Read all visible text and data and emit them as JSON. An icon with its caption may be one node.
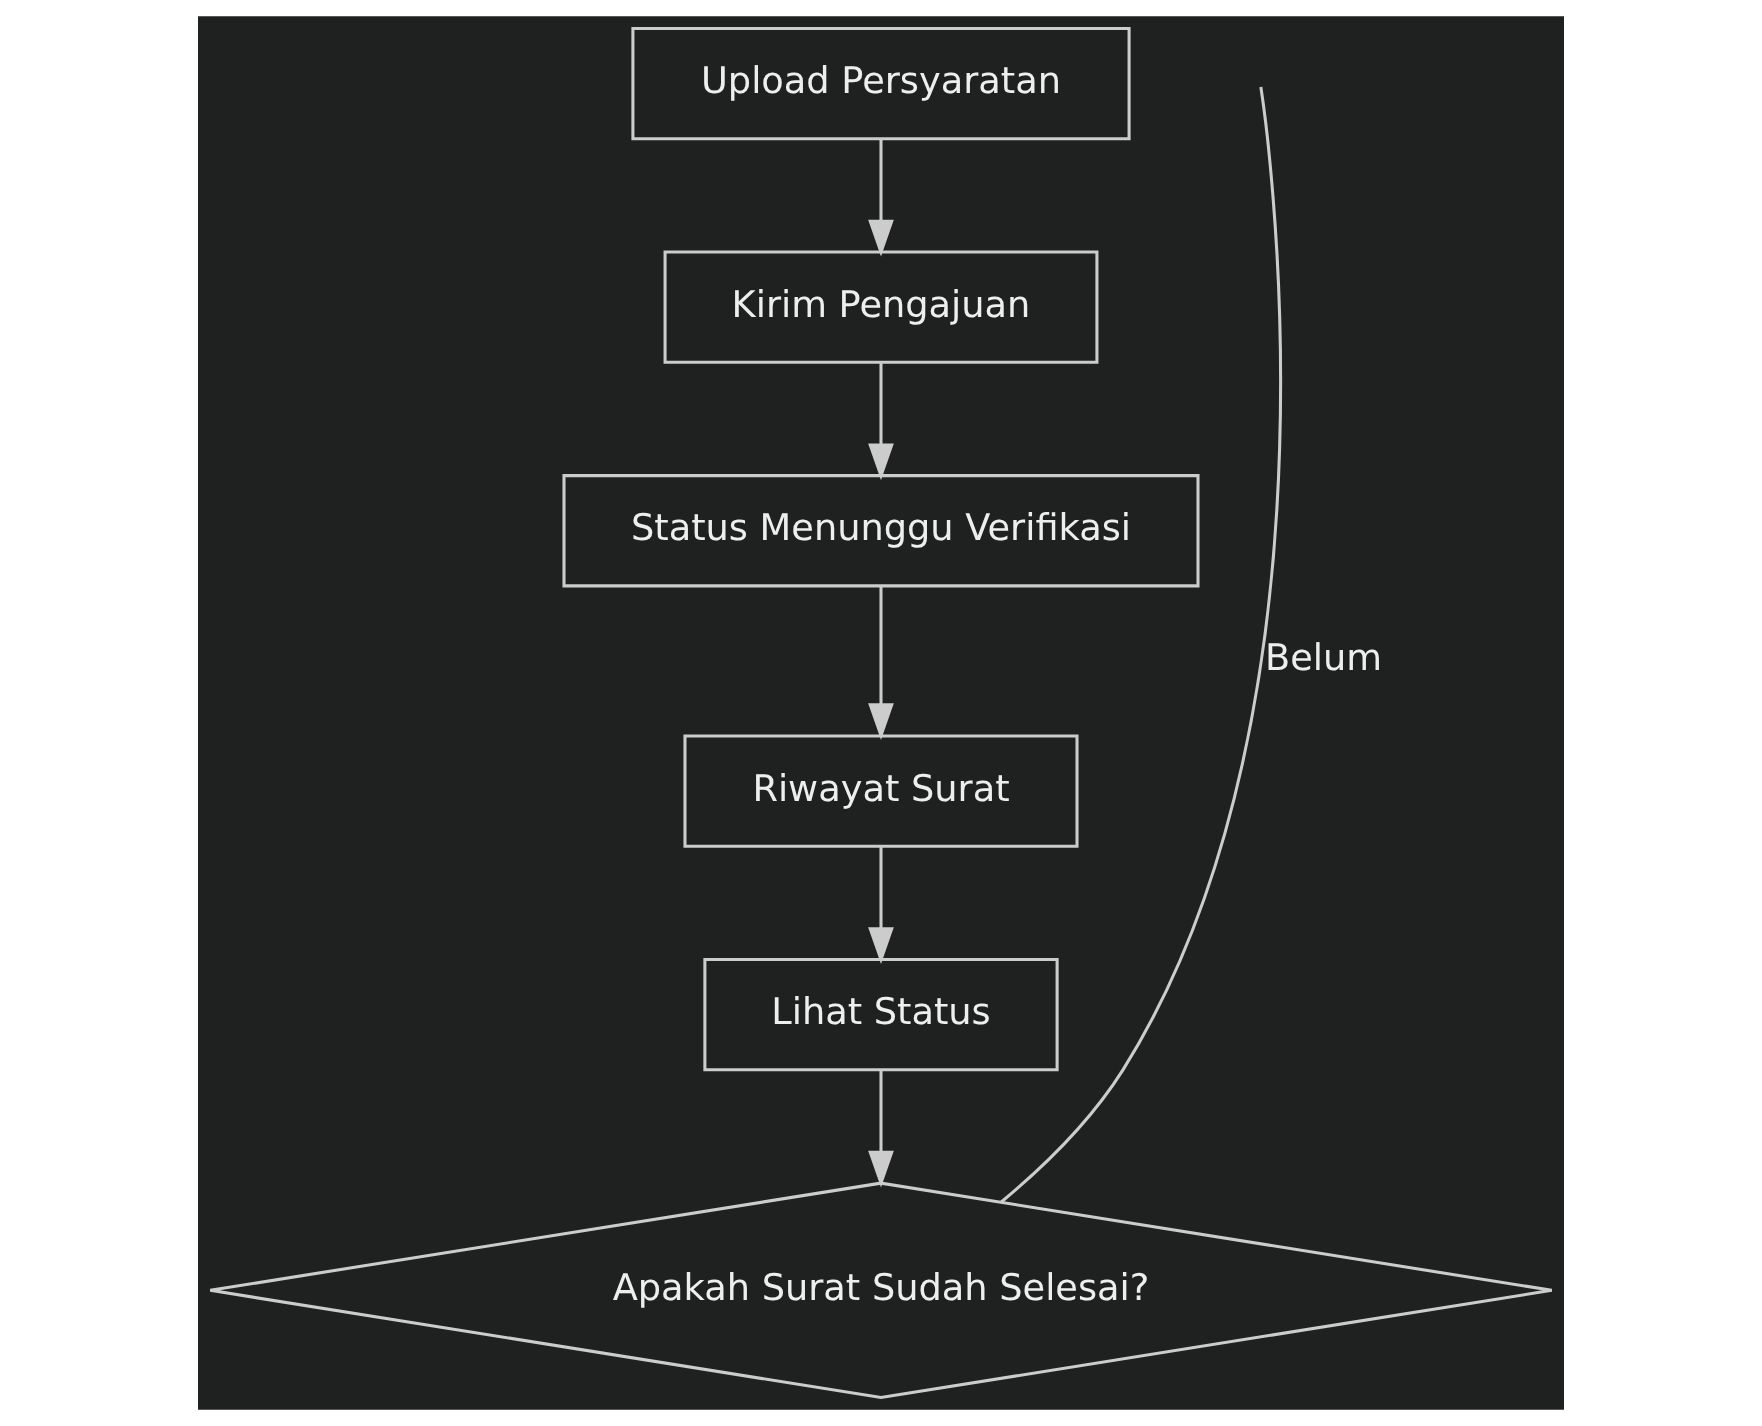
{
  "diagram": {
    "nodes": [
      {
        "text": [
          "Upload Persyaratan"
        ]
      },
      {
        "text": [
          "Kirim Pengajuan"
        ]
      },
      {
        "text": [
          "Status Menunggu Verifikasi"
        ]
      },
      {
        "text": [
          "Riwayat Surat"
        ]
      },
      {
        "text": [
          "Lihat Status"
        ]
      },
      {
        "text": [
          "Apakah Surat Sudah Selesai?"
        ]
      }
    ],
    "edges": [
      {
        "from": 0,
        "to": 1,
        "arrow": "to"
      },
      {
        "from": 1,
        "to": 2,
        "arrow": "to"
      },
      {
        "from": 2,
        "to": 3,
        "arrow": "to"
      },
      {
        "from": 3,
        "to": 4,
        "arrow": "to"
      },
      {
        "from": 4,
        "to": 5,
        "arrow": "to"
      },
      {
        "from": 5,
        "to": null,
        "arrow": "none",
        "label": "Belum"
      }
    ]
  }
}
